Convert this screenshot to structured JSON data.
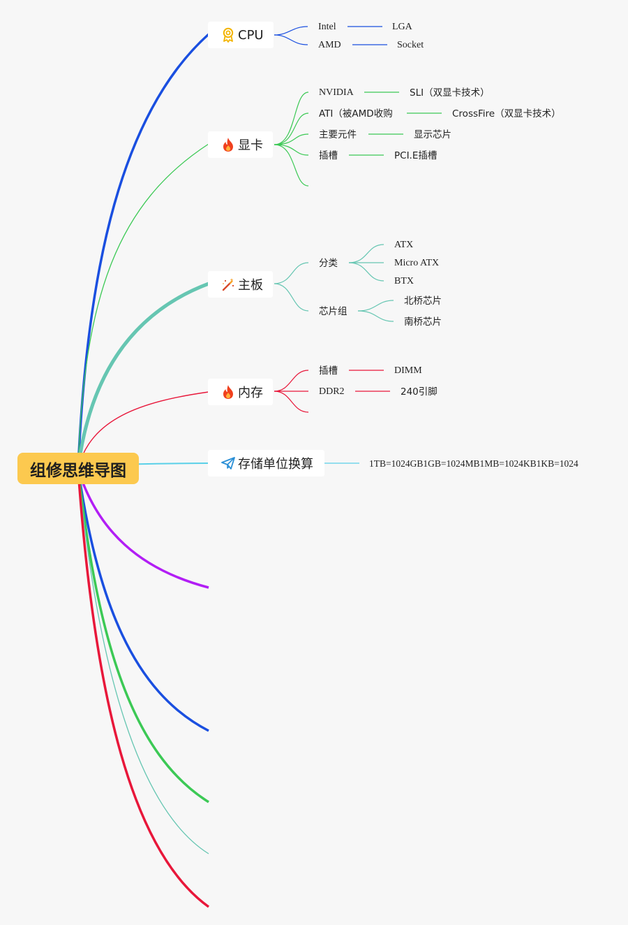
{
  "root": {
    "label": "组修思维导图"
  },
  "colors": {
    "cpu": "#1a4fe0",
    "gpu": "#3cc955",
    "board": "#66c6b2",
    "memory": "#e8173a",
    "storage": "#5ad0e8",
    "purple": "#b21ef5",
    "root_fill": "#fcc94f"
  },
  "branches": {
    "cpu": {
      "label": "CPU",
      "icon": "award-icon",
      "children": [
        {
          "label": "Intel",
          "child": "LGA"
        },
        {
          "label": "AMD",
          "child": "Socket"
        }
      ]
    },
    "gpu": {
      "label": "显卡",
      "icon": "fire-icon",
      "children": [
        {
          "label": "NVIDIA",
          "child": "SLI（双显卡技术）"
        },
        {
          "label": "ATI（被AMD收购",
          "child": "CrossFire（双显卡技术）"
        },
        {
          "label": "主要元件",
          "child": "显示芯片"
        },
        {
          "label": "插槽",
          "child": "PCI.E插槽"
        }
      ]
    },
    "board": {
      "label": "主板",
      "icon": "magic-wand-icon",
      "children": [
        {
          "label": "分类",
          "children": [
            "ATX",
            "Micro ATX",
            "BTX"
          ]
        },
        {
          "label": "芯片组",
          "children": [
            "北桥芯片",
            "南桥芯片"
          ]
        }
      ]
    },
    "memory": {
      "label": "内存",
      "icon": "fire-icon",
      "children": [
        {
          "label": "插槽",
          "child": "DIMM"
        },
        {
          "label": "DDR2",
          "child": "240引脚"
        }
      ]
    },
    "storage": {
      "label": "存储单位换算",
      "icon": "paper-plane-icon",
      "child": "1TB=1024GB1GB=1024MB1MB=1024KB1KB=1024"
    }
  }
}
